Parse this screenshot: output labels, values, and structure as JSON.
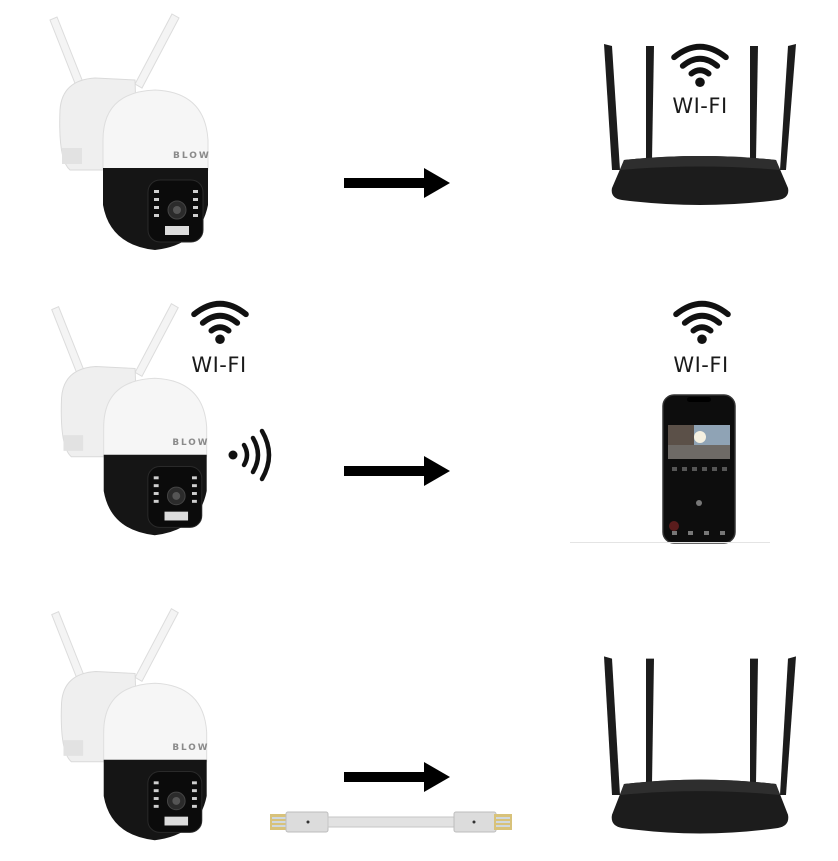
{
  "rows": [
    {
      "id": "row-1",
      "description": "Camera connects to Wi-Fi router",
      "source": {
        "type": "ip-camera",
        "brand_text": "BLOW"
      },
      "target": {
        "type": "wifi-router",
        "label": "WI-FI",
        "icon": "wifi-icon"
      }
    },
    {
      "id": "row-2",
      "description": "Camera Wi-Fi hotspot connects to smartphone",
      "source": {
        "type": "ip-camera",
        "brand_text": "BLOW",
        "label": "WI-FI",
        "icon": "wifi-icon",
        "signal_icon": "radio-waves-icon"
      },
      "target": {
        "type": "smartphone",
        "label": "WI-FI",
        "icon": "wifi-icon"
      }
    },
    {
      "id": "row-3",
      "description": "Camera connects to router via Ethernet cable",
      "source": {
        "type": "ip-camera",
        "brand_text": "BLOW",
        "cable": "ethernet-cable-icon"
      },
      "target": {
        "type": "router"
      }
    }
  ],
  "colors": {
    "background": "#ffffff",
    "camera_white": "#f2f2f2",
    "camera_black": "#151515",
    "router": "#1c1c1c",
    "arrow": "#000000",
    "text": "#1a1a1a"
  }
}
